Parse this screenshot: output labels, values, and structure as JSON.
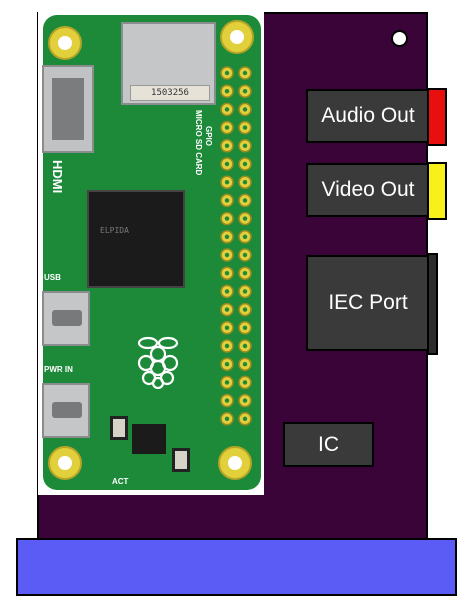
{
  "components": {
    "audio_out": "Audio Out",
    "video_out": "Video Out",
    "iec_port": "IEC Port",
    "ic": "IC"
  },
  "pi_board": {
    "sd_label": "1503256",
    "silkscreen": {
      "hdmi": "HDMI",
      "usb": "USB",
      "pwr_in": "PWR IN",
      "gpio": "GPIO",
      "micro_sd": "MICRO SD CARD",
      "act": "ACT",
      "chip": "ELPIDA"
    }
  },
  "colors": {
    "board": "#3a0438",
    "edge_connector": "#5b5bf5",
    "audio_jack": "#e8100f",
    "video_jack": "#f7f01a",
    "component": "#3a3a3a",
    "pcb": "#1d8a3a"
  }
}
